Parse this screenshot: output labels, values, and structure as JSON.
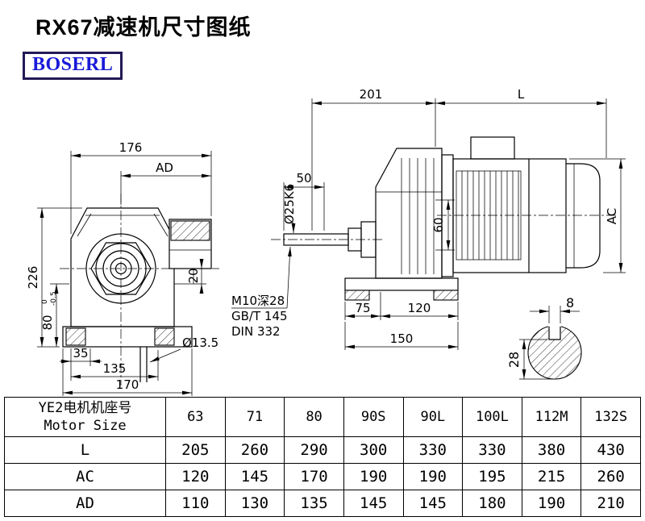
{
  "page": {
    "title": "RX67减速机尺寸图纸",
    "brand": "BOSERL"
  },
  "front_view": {
    "dim_176": "176",
    "dim_ad": "AD",
    "dim_226": "226",
    "dim_80": "80",
    "tol_upper": "0",
    "tol_lower": "-0.5",
    "dim_35": "35",
    "dim_135": "135",
    "dim_170": "170",
    "dim_20": "20",
    "dim_hole": "Ø13.5"
  },
  "side_view": {
    "dim_201": "201",
    "dim_l": "L",
    "dim_50": "50",
    "dim_shaft": "Ø25K6",
    "dim_60": "60",
    "dim_ac": "AC",
    "note_thread": "M10深28",
    "note_gb": "GB/T 145",
    "note_din": "DIN 332",
    "dim_75": "75",
    "dim_120": "120",
    "dim_150": "150"
  },
  "shaft_section": {
    "dim_8": "8",
    "dim_28": "28"
  },
  "table": {
    "header_cn": "YE2电机机座号",
    "header_en": "Motor Size",
    "sizes": [
      "63",
      "71",
      "80",
      "90S",
      "90L",
      "100L",
      "112M",
      "132S"
    ],
    "rows": [
      {
        "label": "L",
        "values": [
          "205",
          "260",
          "290",
          "300",
          "330",
          "330",
          "380",
          "430"
        ]
      },
      {
        "label": "AC",
        "values": [
          "120",
          "145",
          "170",
          "190",
          "190",
          "195",
          "215",
          "260"
        ]
      },
      {
        "label": "AD",
        "values": [
          "110",
          "130",
          "135",
          "145",
          "145",
          "180",
          "190",
          "210"
        ]
      }
    ]
  }
}
